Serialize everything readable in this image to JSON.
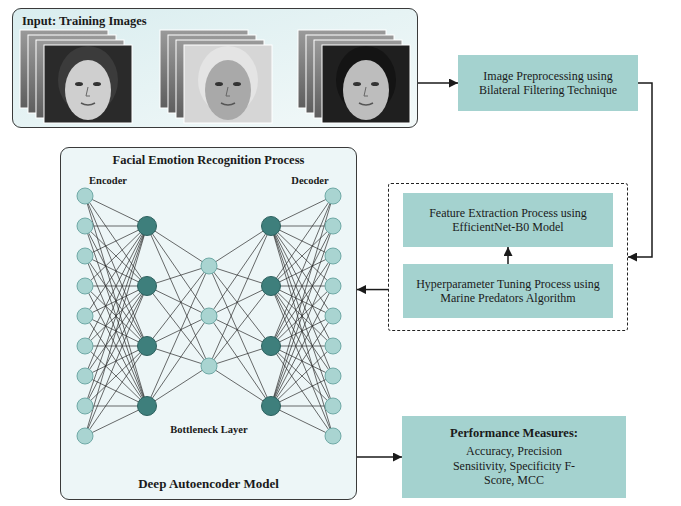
{
  "diagram": {
    "nodes": [
      {
        "text": [
          "Input: Training Images"
        ]
      },
      {
        "text": [
          "Image Preprocessing using Bilateral Filtering Technique"
        ]
      },
      {
        "text": []
      },
      {
        "text": [
          "Feature Extraction Process using EfficientNet-B0 Model"
        ],
        "in": 2
      },
      {
        "text": [
          "Hyperparameter Tuning Process using Marine Predators Algorithm"
        ],
        "in": 2
      },
      {
        "text": [
          "Facial Emotion Recognition Process",
          "Deep Autoencoder Model"
        ]
      },
      {
        "text": [
          "Performance Measures:",
          "Accuracy, Precision Sensitivity, Specificity F-Score, MCC"
        ]
      }
    ],
    "edges": [
      {
        "from": 0,
        "to": 1,
        "arrow": "to"
      },
      {
        "from": 1,
        "to": 2,
        "arrow": "to"
      },
      {
        "from": 4,
        "to": 3,
        "arrow": "to"
      },
      {
        "from": 2,
        "to": 5,
        "arrow": "to"
      },
      {
        "from": 5,
        "to": 6,
        "arrow": "to"
      }
    ],
    "labels": [
      "Encoder",
      "Decoder",
      "Bottleneck Layer"
    ]
  }
}
